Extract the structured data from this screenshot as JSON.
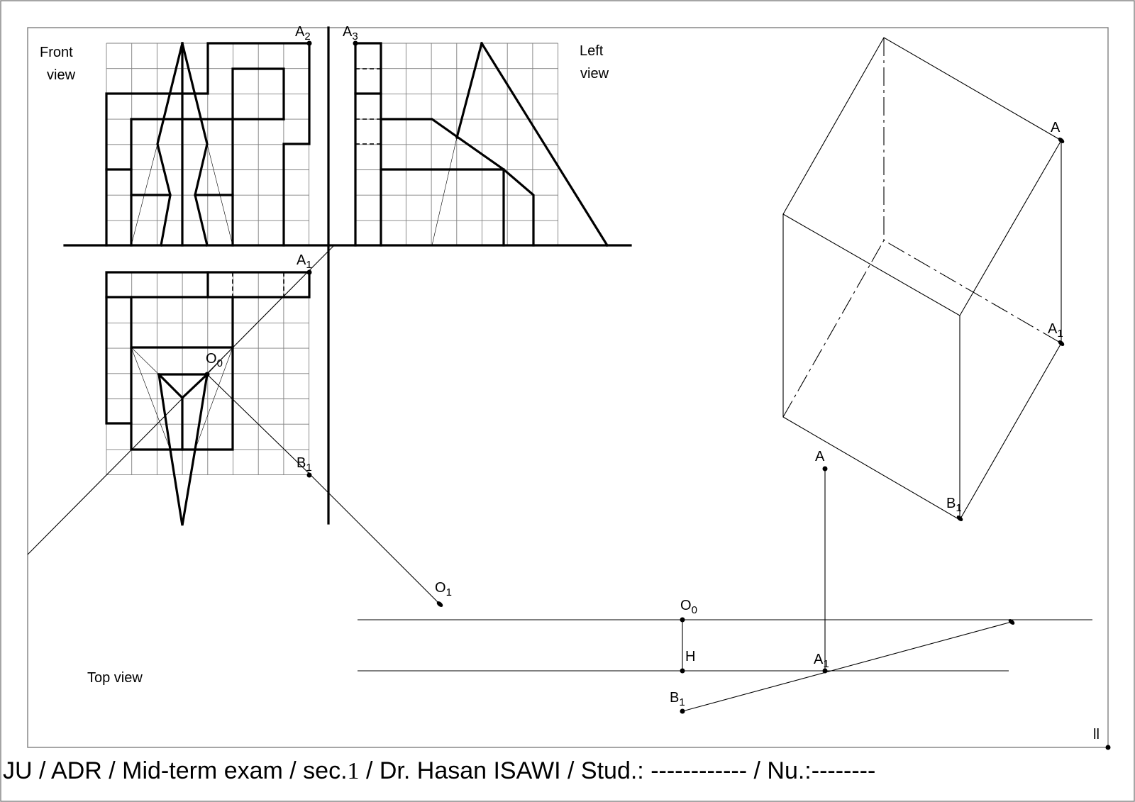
{
  "views": {
    "front": [
      "Front",
      "view"
    ],
    "left": [
      "Left",
      "view"
    ],
    "top": "Top view"
  },
  "points": {
    "A2": {
      "base": "A",
      "sub": "2"
    },
    "A3": {
      "base": "A",
      "sub": "3"
    },
    "A1_top": {
      "base": "A",
      "sub": "1"
    },
    "O0_top": {
      "base": "O",
      "sub": "0"
    },
    "B1_top": {
      "base": "B",
      "sub": "1"
    },
    "O1": {
      "base": "O",
      "sub": "1"
    },
    "O0_line": {
      "base": "O",
      "sub": "0"
    },
    "H": "H",
    "A1_line": {
      "base": "A",
      "sub": "1"
    },
    "B1_line": {
      "base": "B",
      "sub": "1"
    },
    "A_vert": "A",
    "A_box": "A",
    "A1_box": {
      "base": "A",
      "sub": "1"
    },
    "B1_box": {
      "base": "B",
      "sub": "1"
    }
  },
  "corner_mark": "ll",
  "footer": {
    "prefix": "JU / ADR / Mid-term exam / sec.",
    "section": "1",
    "suffix": " / Dr. Hasan ISAWI / Stud.: ------------ / Nu.:--------"
  }
}
